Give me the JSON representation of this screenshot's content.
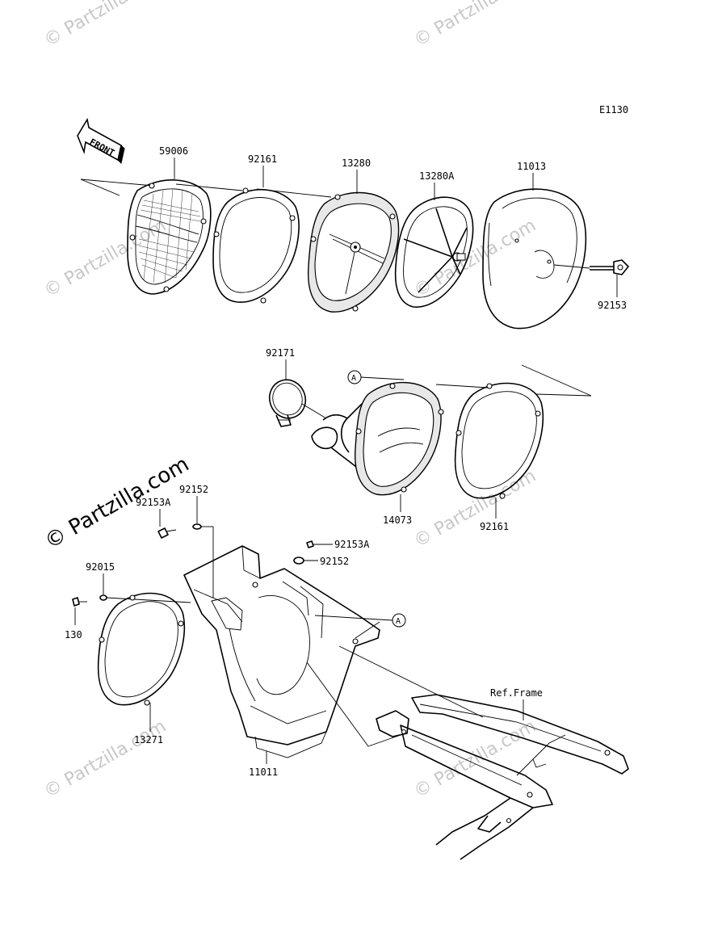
{
  "diagram_code": "E1130",
  "front_arrow_text": "FRONT",
  "reference_marker": "A",
  "ref_frame_label": "Ref.Frame",
  "watermark_text": "© Partzilla.com",
  "part_numbers": {
    "p59006": "59006",
    "p92161_top": "92161",
    "p13280": "13280",
    "p13280A": "13280A",
    "p11013": "11013",
    "p92153": "92153",
    "p92171": "92171",
    "p14073": "14073",
    "p92161_mid": "92161",
    "p92152_a": "92152",
    "p92153A_a": "92153A",
    "p92153A_b": "92153A",
    "p92152_b": "92152",
    "p92015": "92015",
    "p130": "130",
    "p13271": "13271",
    "p11011": "11011"
  },
  "colors": {
    "line": "#000000",
    "watermark": "#c8c8c8",
    "background": "#ffffff"
  }
}
